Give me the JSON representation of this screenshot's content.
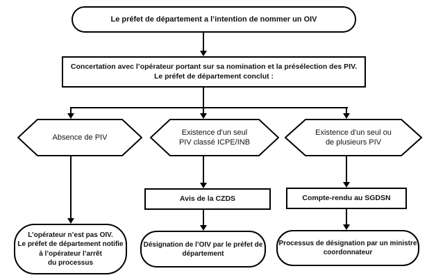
{
  "colors": {
    "line": "#000000",
    "fill": "#ffffff",
    "text": "#111111"
  },
  "nodes": {
    "start": {
      "shape": "stadium",
      "text": "Le préfet de département a l’intention de nommer un OIV"
    },
    "concertation": {
      "shape": "rect",
      "lines": [
        "Concertation avec l’opérateur portant sur sa nomination et la présélection des PIV.",
        "Le préfet de département conclut :"
      ]
    },
    "absence_piv": {
      "shape": "hexagon",
      "lines": [
        "Absence de PIV"
      ]
    },
    "seul_piv_icpe": {
      "shape": "hexagon",
      "lines": [
        "Existence d'un seul",
        "PIV classé ICPE/INB"
      ]
    },
    "seul_ou_plusieurs_piv": {
      "shape": "hexagon",
      "lines": [
        "Existence d'un seul ou",
        "de plusieurs PIV"
      ]
    },
    "avis_czds": {
      "shape": "rect",
      "text": "Avis de la CZDS"
    },
    "compte_rendu_sgdsn": {
      "shape": "rect",
      "text": "Compte-rendu au SGDSN"
    },
    "operateur_pas_oiv": {
      "shape": "stadium",
      "lines": [
        "L’opérateur n’est pas OIV.",
        "Le préfet de département notifie",
        "à l’opérateur l’arrêt",
        "du processus"
      ]
    },
    "designation_oiv": {
      "shape": "stadium",
      "lines": [
        "Désignation de l’OIV par le préfet de",
        "département"
      ]
    },
    "processus_ministre": {
      "shape": "stadium",
      "lines": [
        "Processus de désignation par un ministre",
        "coordonnateur"
      ]
    }
  },
  "edges": [
    {
      "from": "start",
      "to": "concertation"
    },
    {
      "from": "concertation",
      "to": "absence_piv"
    },
    {
      "from": "concertation",
      "to": "seul_piv_icpe"
    },
    {
      "from": "concertation",
      "to": "seul_ou_plusieurs_piv"
    },
    {
      "from": "absence_piv",
      "to": "operateur_pas_oiv"
    },
    {
      "from": "seul_piv_icpe",
      "to": "avis_czds"
    },
    {
      "from": "avis_czds",
      "to": "designation_oiv"
    },
    {
      "from": "seul_ou_plusieurs_piv",
      "to": "compte_rendu_sgdsn"
    },
    {
      "from": "compte_rendu_sgdsn",
      "to": "processus_ministre"
    }
  ]
}
